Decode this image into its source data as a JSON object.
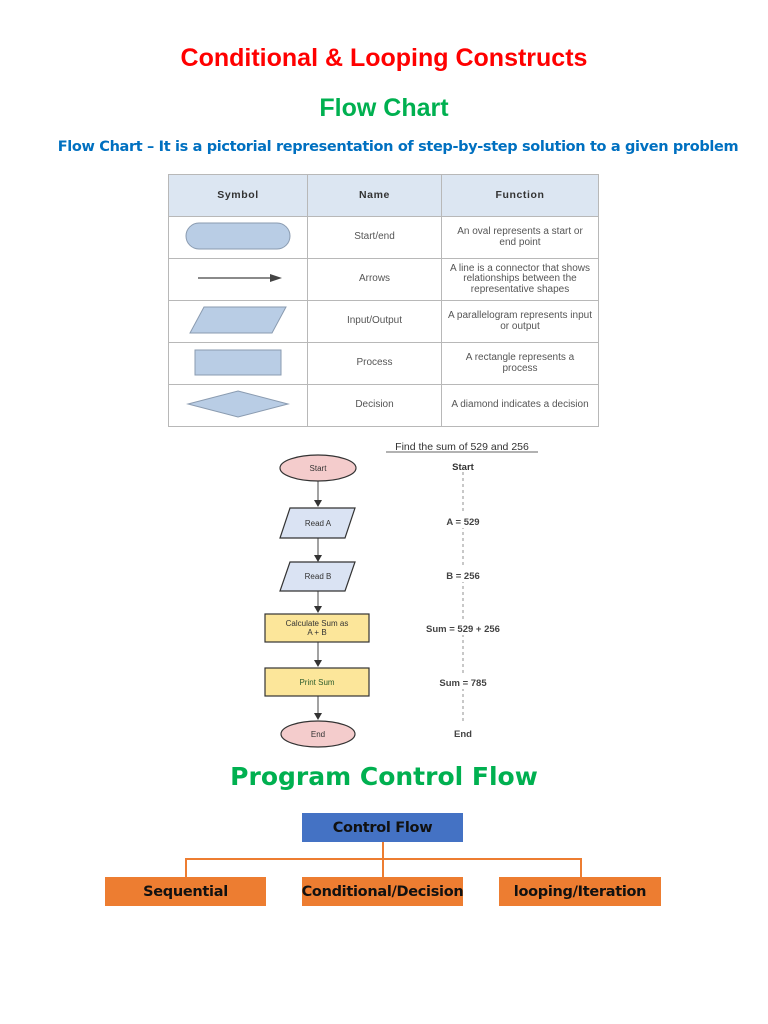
{
  "heading": "Conditional & Looping Constructs",
  "section_title": "Flow Chart",
  "definition": "Flow Chart – It is a pictorial representation of step-by-step solution to a given problem",
  "symbol_table": {
    "headers": [
      "Symbol",
      "Name",
      "Function"
    ],
    "rows": [
      {
        "symbol": "oval-shape",
        "name": "Start/end",
        "function": "An oval represents a start or end point"
      },
      {
        "symbol": "arrow-shape",
        "name": "Arrows",
        "function": "A line is a connector that shows relationships between the representative shapes"
      },
      {
        "symbol": "parallelogram-shape",
        "name": "Input/Output",
        "function": "A parallelogram represents input or output"
      },
      {
        "symbol": "rectangle-shape",
        "name": "Process",
        "function": "A rectangle represents a process"
      },
      {
        "symbol": "diamond-shape",
        "name": "Decision",
        "function": "A diamond indicates a decision"
      }
    ],
    "shape_fill": "#b9cde5"
  },
  "example": {
    "title": "Find the sum of 529 and 256",
    "flowchart": [
      {
        "type": "terminal",
        "label": "Start",
        "fill": "#f4cccc"
      },
      {
        "type": "io",
        "label": "Read A",
        "fill": "#dae3f3"
      },
      {
        "type": "io",
        "label": "Read B",
        "fill": "#dae3f3"
      },
      {
        "type": "process",
        "label_line1": "Calculate Sum as",
        "label_line2": "A + B",
        "fill": "#fce69a"
      },
      {
        "type": "process",
        "label": "Print Sum",
        "fill": "#fce69a"
      },
      {
        "type": "terminal",
        "label": "End",
        "fill": "#f4cccc"
      }
    ],
    "trace": [
      "Start",
      "A = 529",
      "B = 256",
      "Sum = 529 + 256",
      "Sum = 785",
      "End"
    ]
  },
  "program_control_flow": {
    "title": "Program Control Flow",
    "root": "Control Flow",
    "children": [
      "Sequential",
      "Conditional/Decision",
      "looping/Iteration"
    ],
    "root_color": "#4472c4",
    "child_color": "#ed7d31"
  }
}
